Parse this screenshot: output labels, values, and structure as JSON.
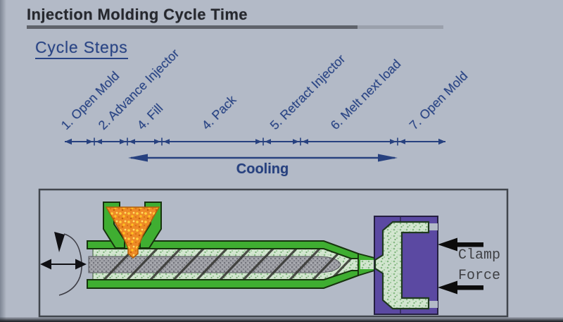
{
  "slide": {
    "title": "Injection Molding Cycle Time",
    "subtitle": "Cycle Steps"
  },
  "timeline": {
    "steps": [
      "1. Open Mold",
      "2. Advance Injector",
      "4. Fill",
      "4. Pack",
      "5. Retract Injector",
      "6. Melt next load",
      "7. Open Mold"
    ],
    "cooling_label": "Cooling"
  },
  "diagram": {
    "clamp_line1": "Clamp",
    "clamp_line2": "Force",
    "icons": {
      "rotation-arrow": "curved-arc-arrow",
      "reciprocation-arrow": "double-headed-horizontal-arrow",
      "clamp-arrow": "solid-left-pointing-arrow"
    }
  },
  "colors": {
    "background": "#b3bac7",
    "navy_accent": "#2a4585",
    "title_text": "#26282e",
    "machine_green": "#3fae31",
    "hopper_orange": "#ee8a26",
    "mold_purple": "#5b49a2",
    "melt_speckle": "#d3e6d0",
    "screw_gray": "#9fa0a6",
    "clamp_black": "#0c0c0c"
  }
}
